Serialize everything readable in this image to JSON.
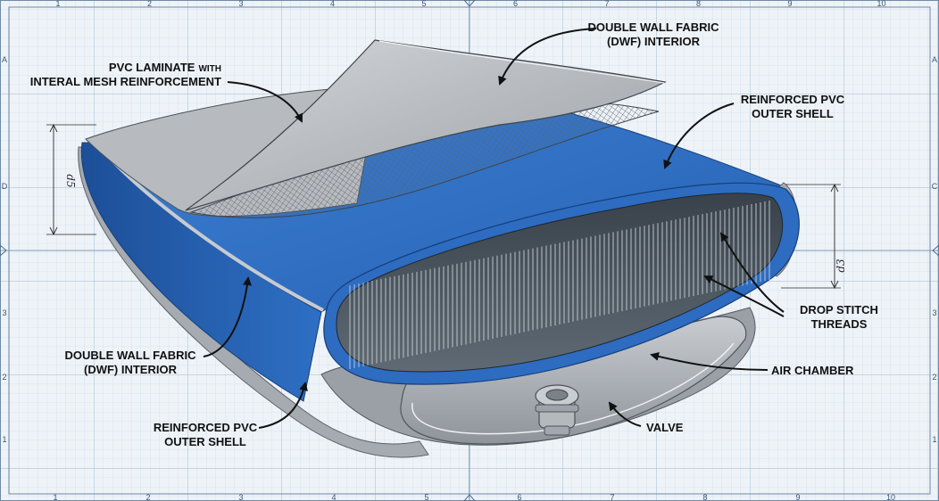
{
  "ruler": {
    "top": [
      "1",
      "2",
      "3",
      "4",
      "5",
      "6",
      "7",
      "8",
      "9",
      "10"
    ],
    "bottom": [
      "1",
      "2",
      "3",
      "4",
      "5",
      "6",
      "7",
      "8",
      "9",
      "10"
    ],
    "left": [
      "A",
      "D",
      "3",
      "2",
      "1"
    ],
    "right": [
      "A",
      "C",
      "3",
      "2",
      "1"
    ]
  },
  "dimensions": {
    "left": "d5",
    "right": "d3"
  },
  "labels": {
    "pvc_laminate_bold_1": "PVC LAMINATE",
    "pvc_laminate_small": "WITH",
    "pvc_laminate_line2": "INTERAL MESH REINFORCEMENT",
    "dwf_top_line1": "DOUBLE WALL FABRIC",
    "dwf_top_line2": "(DWF) INTERIOR",
    "reinforced_top_line1": "REINFORCED PVC",
    "reinforced_top_line2": "OUTER SHELL",
    "drop_stitch_line1": "DROP STITCH",
    "drop_stitch_line2": "THREADS",
    "air_chamber": "AIR CHAMBER",
    "valve": "VALVE",
    "dwf_left_line1": "DOUBLE WALL FABRIC",
    "dwf_left_line2": "(DWF) INTERIOR",
    "reinforced_left_line1": "REINFORCED PVC",
    "reinforced_left_line2": "OUTER SHELL"
  },
  "colors": {
    "background": "#eef3f8",
    "grid_minor": "#c9d8e6",
    "grid_major": "#9fb7cf",
    "shell_blue": "#2e6fc4",
    "shell_blue_dark": "#1d4f98",
    "shell_grey": "#9ea3a9",
    "laminate_grey": "#b9bdc2",
    "inner_dark": "#4d5863",
    "thread": "#cfd6dc"
  }
}
